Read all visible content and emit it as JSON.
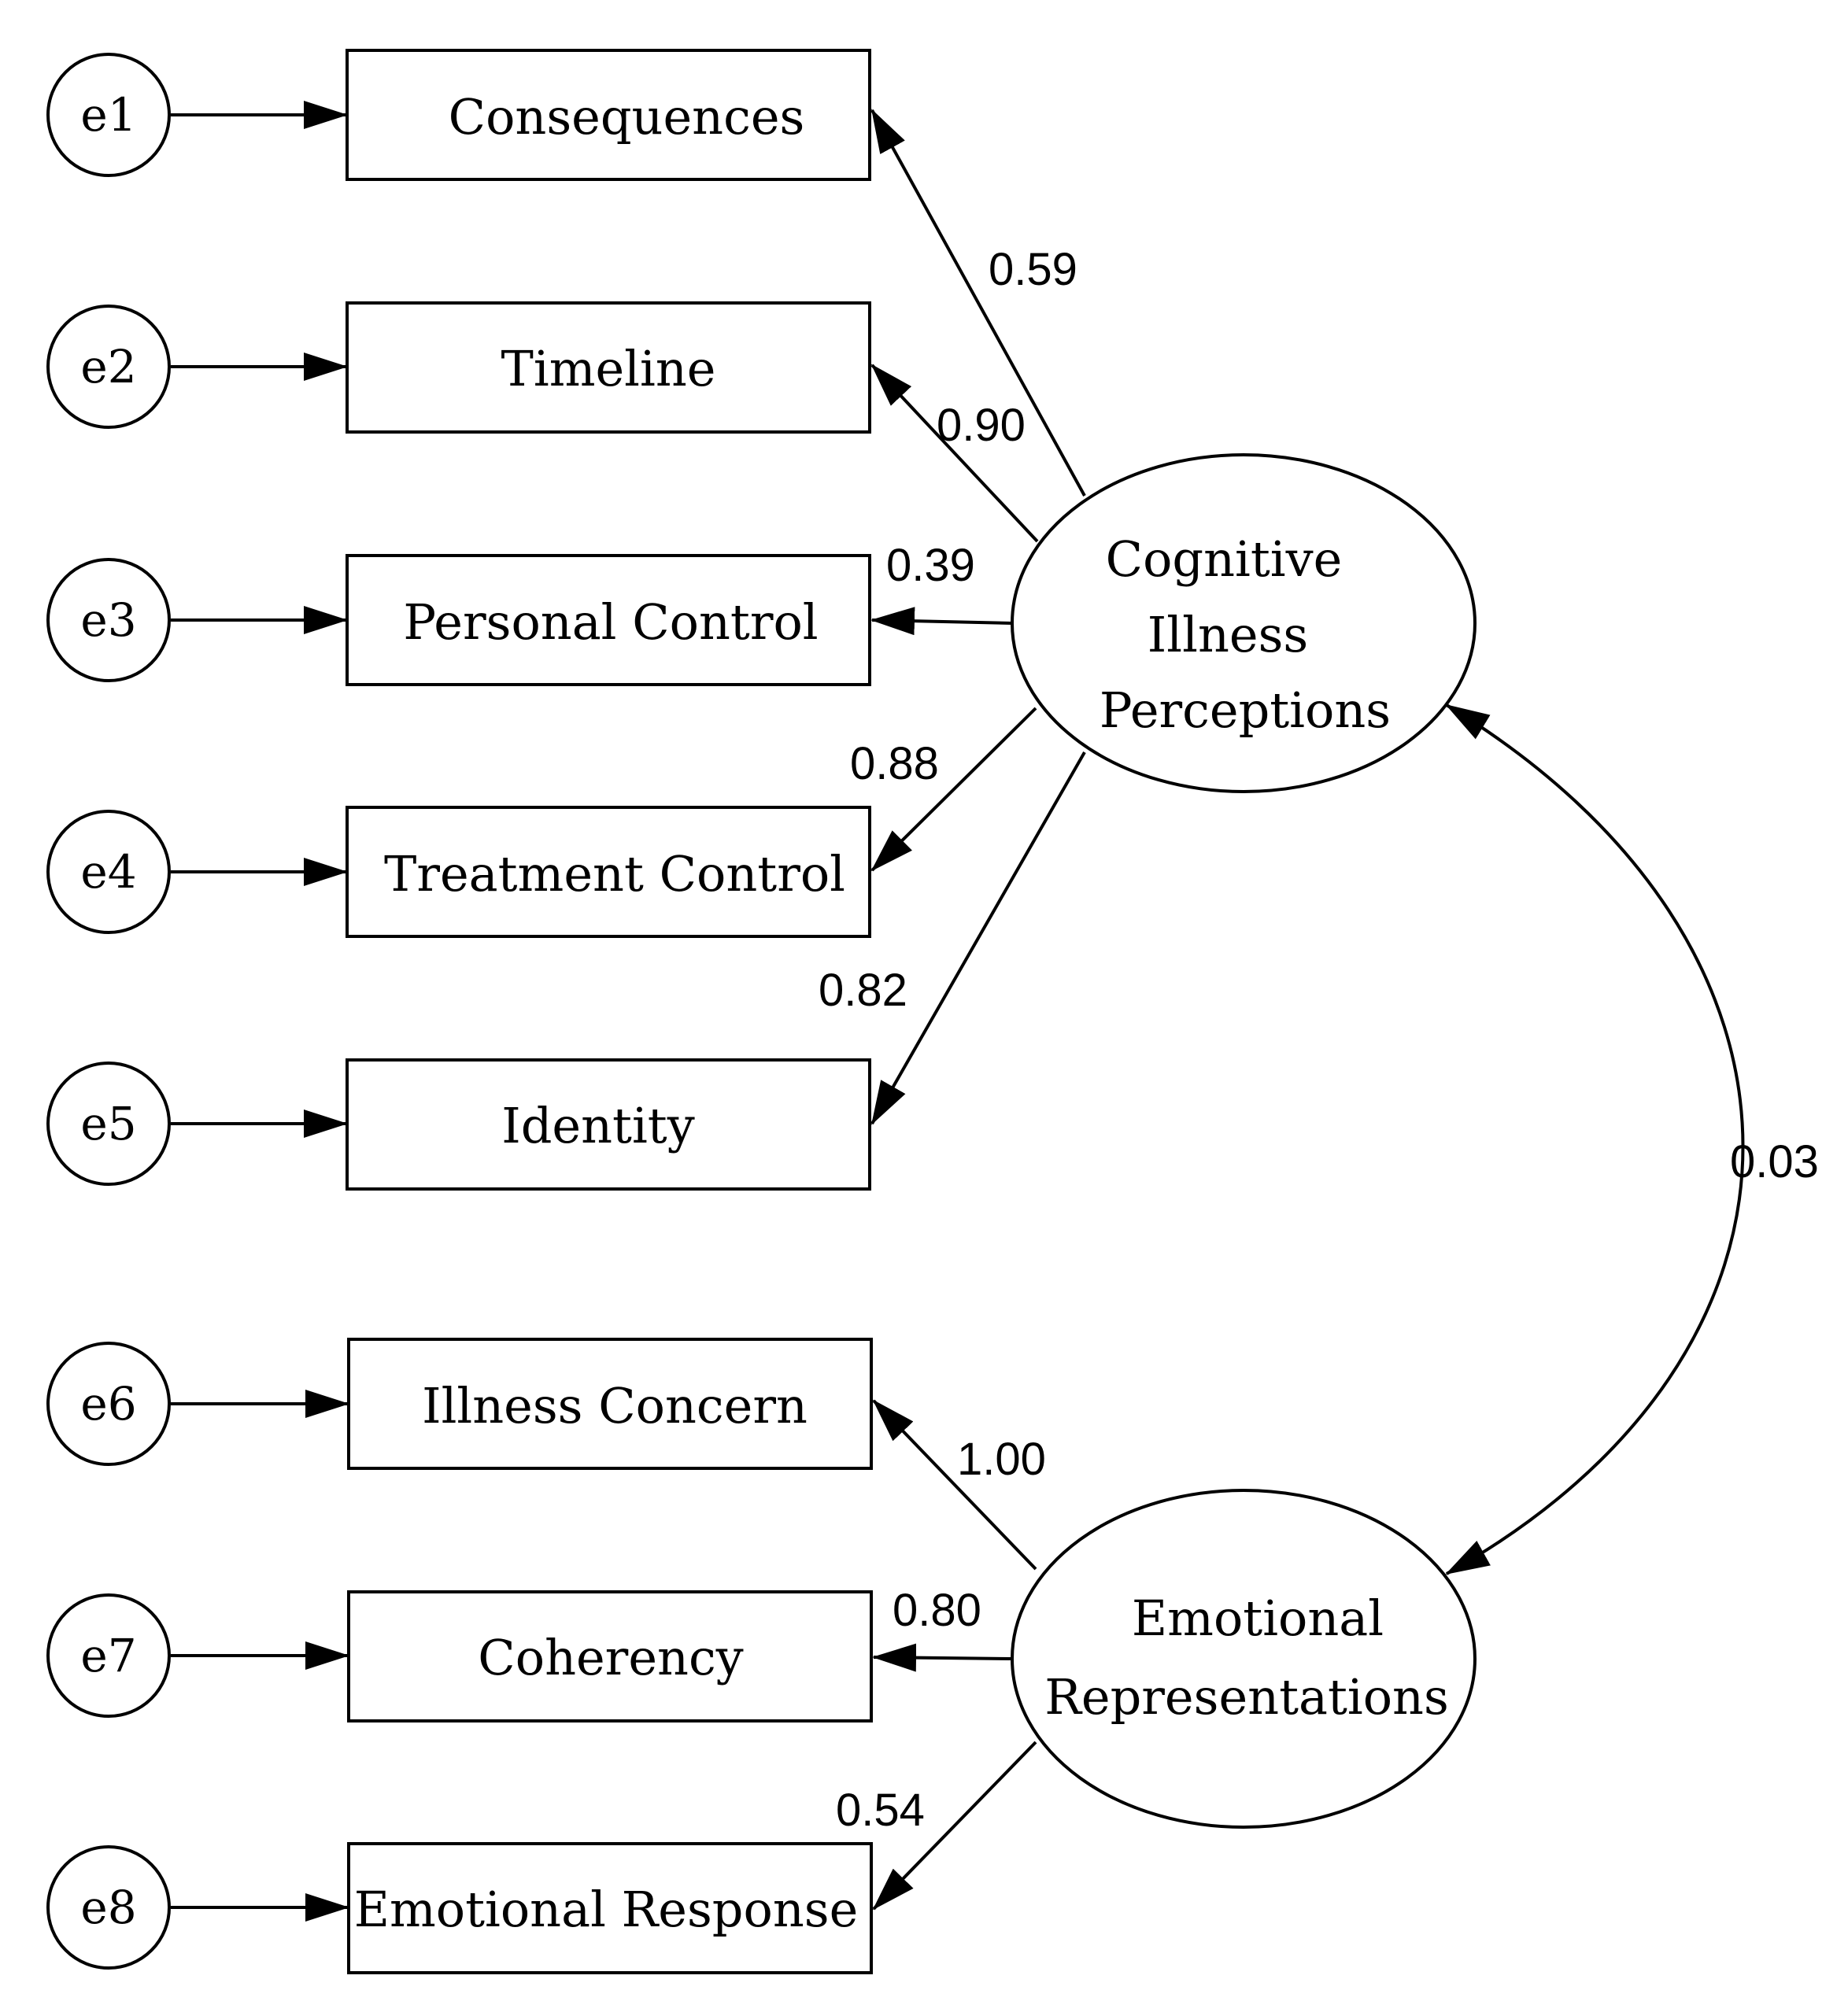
{
  "errors": [
    "e1",
    "e2",
    "e3",
    "e4",
    "e5",
    "e6",
    "e7",
    "e8"
  ],
  "indicators": [
    "Consequences",
    "Timeline",
    "Personal Control",
    "Treatment Control",
    "Identity",
    "Illness Concern",
    "Coherency",
    "Emotional Response"
  ],
  "latents": {
    "cognitive": [
      "Cognitive",
      "Illness",
      "Perceptions"
    ],
    "emotional": [
      "Emotional",
      "Representations"
    ]
  },
  "loadings": [
    "0.59",
    "0.90",
    "0.39",
    "0.88",
    "0.82",
    "1.00",
    "0.80",
    "0.54"
  ],
  "covariance": "0.03"
}
